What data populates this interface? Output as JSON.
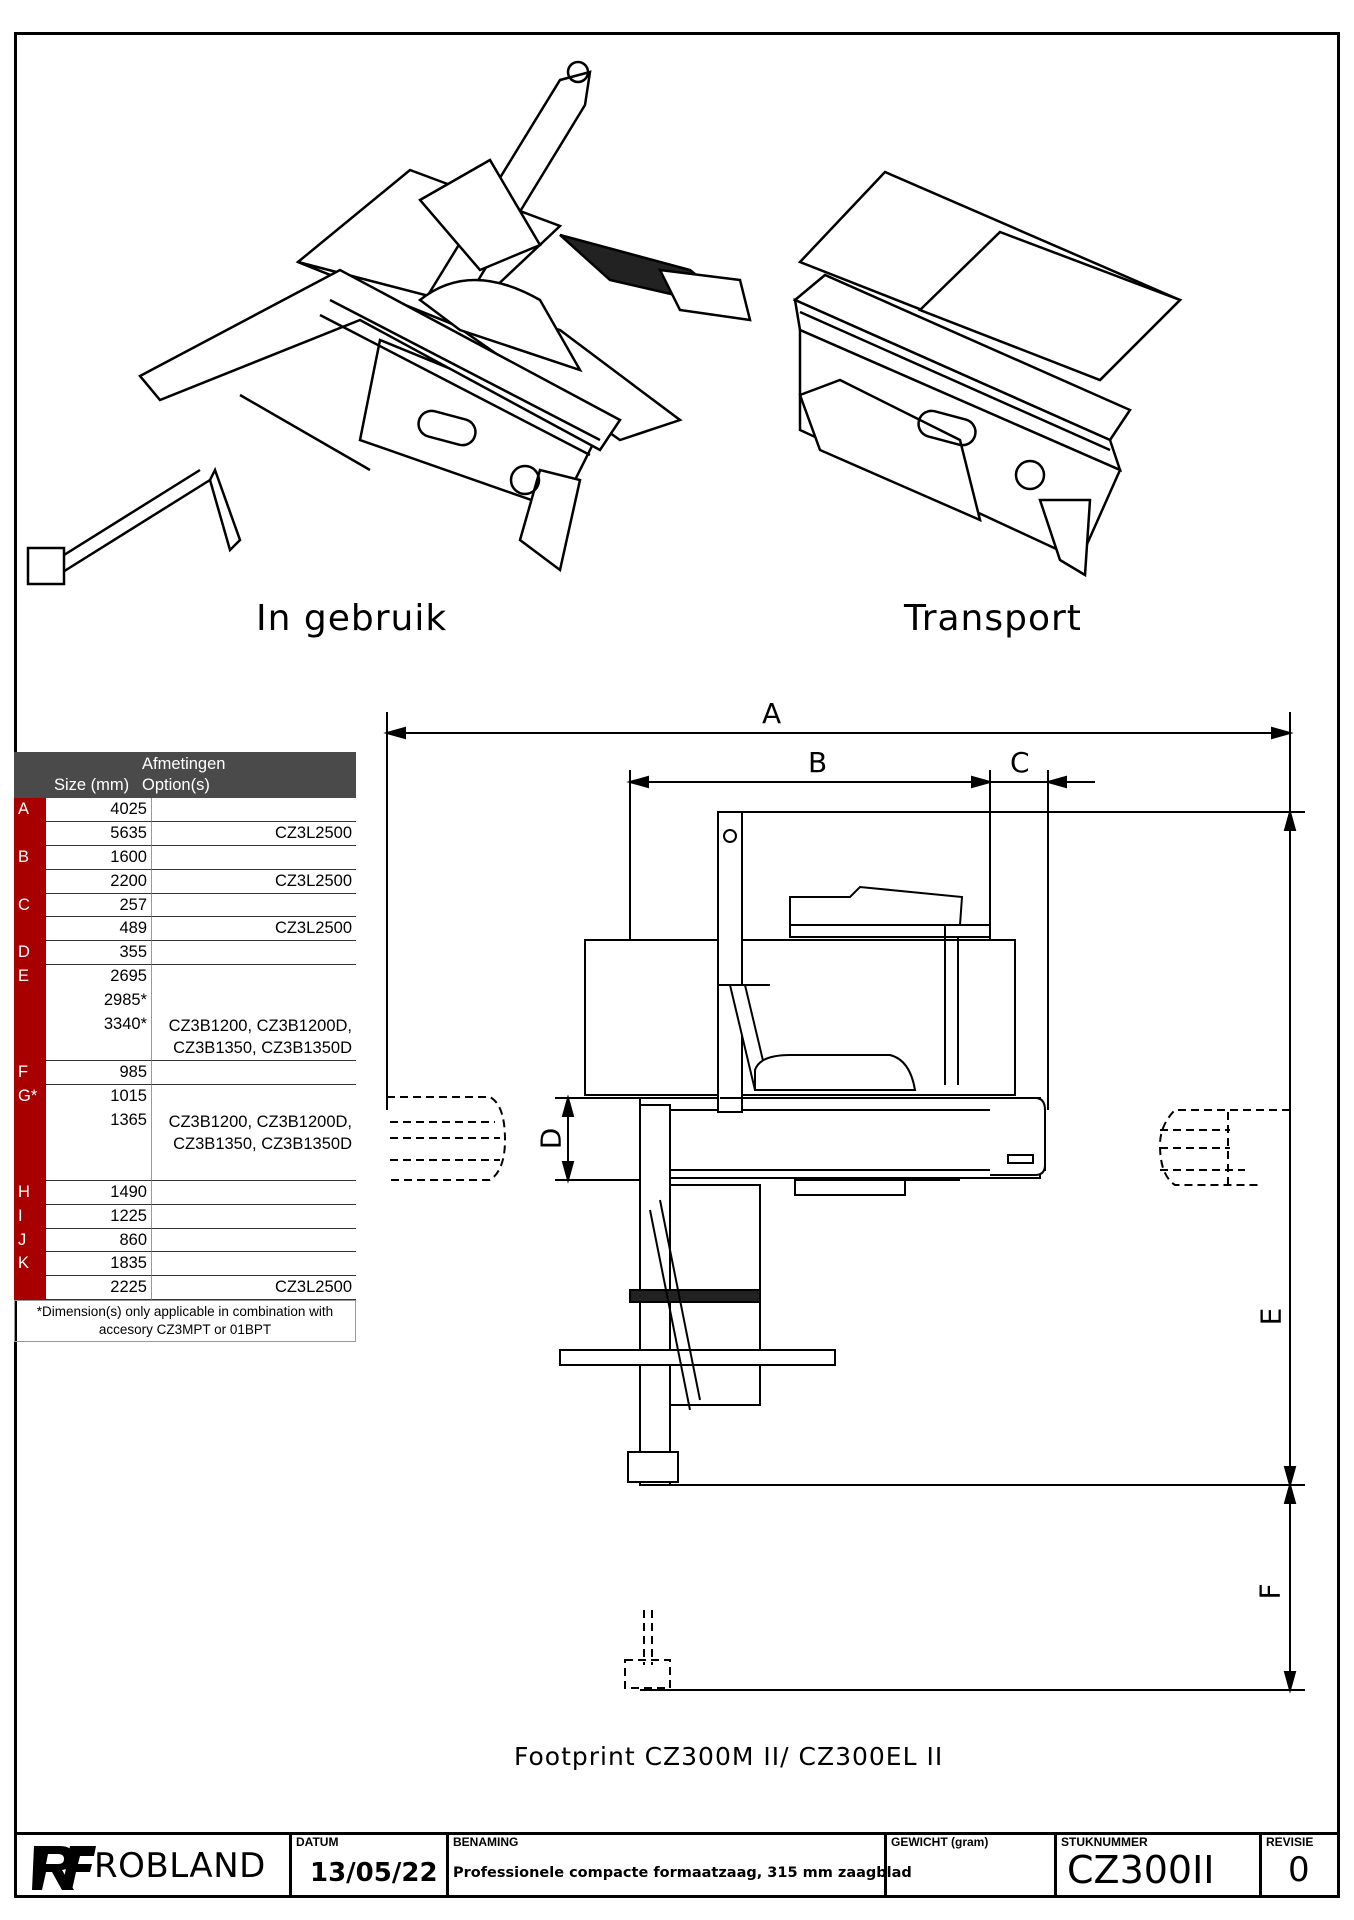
{
  "captions": {
    "in_use": "In gebruik",
    "transport": "Transport",
    "footprint": "Footprint CZ300M II/ CZ300EL II"
  },
  "dimension_letters": {
    "A": "A",
    "B": "B",
    "C": "C",
    "D": "D",
    "E": "E",
    "F": "F"
  },
  "table": {
    "title": "Afmetingen",
    "col_size": "Size (mm)",
    "col_option": "Option(s)",
    "rows": [
      {
        "code": "A",
        "size": "4025",
        "option": ""
      },
      {
        "code": "",
        "size": "5635",
        "option": "CZ3L2500"
      },
      {
        "code": "B",
        "size": "1600",
        "option": ""
      },
      {
        "code": "",
        "size": "2200",
        "option": "CZ3L2500"
      },
      {
        "code": "C",
        "size": "257",
        "option": ""
      },
      {
        "code": "",
        "size": "489",
        "option": "CZ3L2500"
      },
      {
        "code": "D",
        "size": "355",
        "option": ""
      },
      {
        "code": "E",
        "size": "2695",
        "option": ""
      },
      {
        "code": "",
        "size": "2985*",
        "option": ""
      },
      {
        "code": "",
        "size": "3340*",
        "option": "CZ3B1200, CZ3B1200D,\nCZ3B1350, CZ3B1350D"
      },
      {
        "code": "F",
        "size": "985",
        "option": ""
      },
      {
        "code": "G*",
        "size": "1015",
        "option": ""
      },
      {
        "code": "",
        "size": "1365",
        "option": "CZ3B1200, CZ3B1200D,\nCZ3B1350, CZ3B1350D"
      },
      {
        "code": "H",
        "size": "1490",
        "option": ""
      },
      {
        "code": "I",
        "size": "1225",
        "option": ""
      },
      {
        "code": "J",
        "size": "860",
        "option": ""
      },
      {
        "code": "K",
        "size": "1835",
        "option": ""
      },
      {
        "code": "",
        "size": "2225",
        "option": "CZ3L2500"
      }
    ],
    "footnote_1": "*Dimension(s) only applicable in combination with",
    "footnote_2": "accesory CZ3MPT or 01BPT"
  },
  "title_block": {
    "brand": "ROBLAND",
    "datum_label": "DATUM",
    "datum": "13/05/22",
    "benaming_label": "BENAMING",
    "benaming": "Professionele compacte formaatzaag, 315 mm zaagblad",
    "gewicht_label": "GEWICHT (gram)",
    "gewicht": "",
    "stuknummer_label": "STUKNUMMER",
    "stuknummer": "CZ300II",
    "revisie_label": "REVISIE",
    "revisie": "0"
  }
}
